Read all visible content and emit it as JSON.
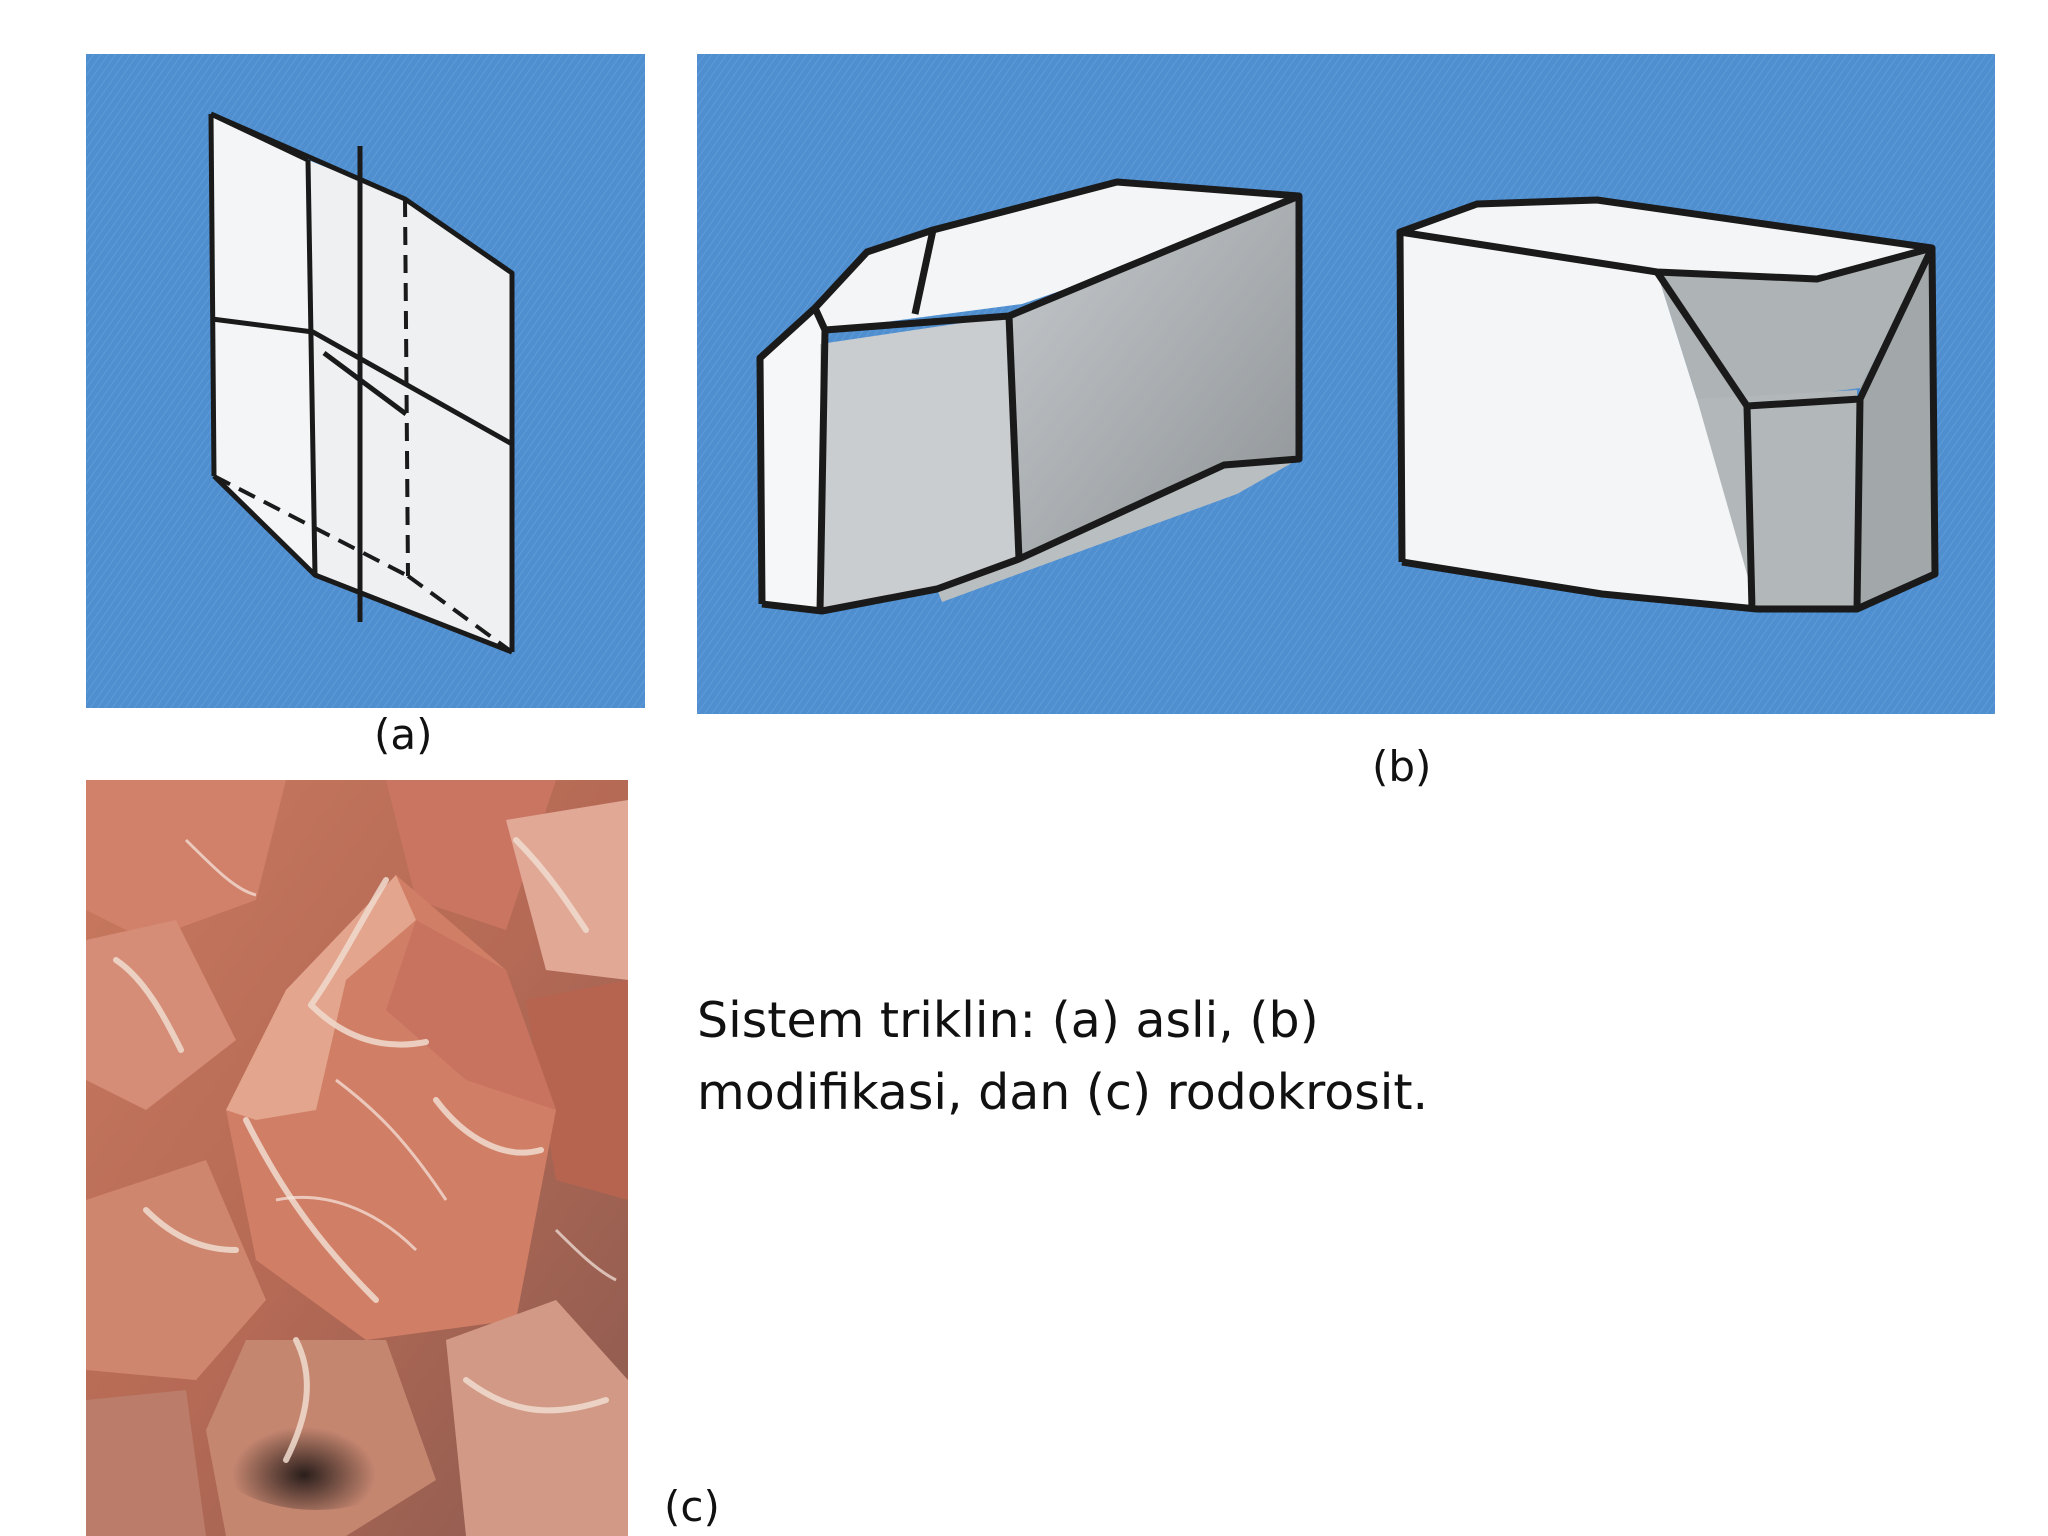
{
  "figure": {
    "label_a": "(a)",
    "label_b": "(b)",
    "label_c": "(c)",
    "caption_line1": "Sistem triklin: (a) asli, (b)",
    "caption_line2": "modifikasi, dan (c) rodokrosit."
  },
  "colors": {
    "panel_background_blue": "#4f8fd0",
    "crystal_face_white": "#f3f5f6",
    "crystal_face_gray": "#9ea3a6",
    "crystal_edge": "#1a1a1a",
    "mineral_orange": "#cf7a5c",
    "mineral_white_vein": "#efd9cc"
  },
  "icons": {
    "panel_a": "triclinic-unit-cell-diagram",
    "panel_b": "modified-triclinic-crystals-diagram",
    "panel_c": "rhodochrosite-mineral-photo"
  }
}
